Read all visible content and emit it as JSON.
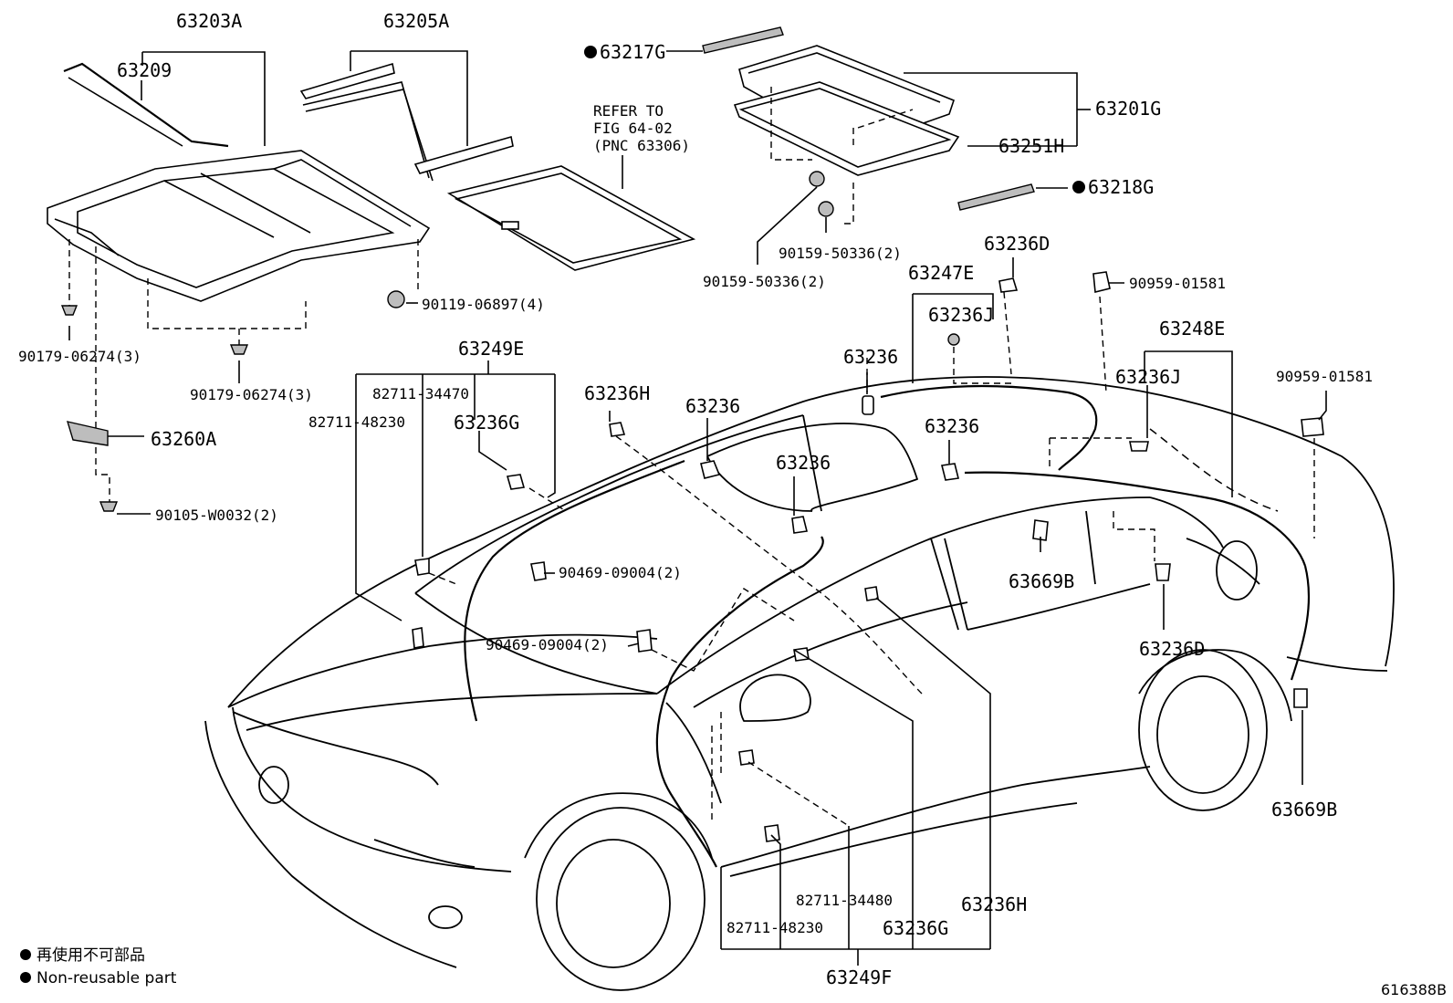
{
  "labels": {
    "p63203A": "63203A",
    "p63209": "63209",
    "p63205A": "63205A",
    "p63217G": "63217G",
    "p63201G": "63201G",
    "p63251H": "63251H",
    "p63218G": "63218G",
    "p90159_1": "90159-50336(2)",
    "p90159_2": "90159-50336(2)",
    "p63236D_top": "63236D",
    "p63247E": "63247E",
    "p90959_1": "90959-01581",
    "p63236J_1": "63236J",
    "p63248E": "63248E",
    "p63236J_2": "63236J",
    "p90959_2": "90959-01581",
    "p90119": "90119-06897(4)",
    "p90179_1": "90179-06274(3)",
    "p90179_2": "90179-06274(3)",
    "p63260A": "63260A",
    "p90105": "90105-W0032(2)",
    "p63249E": "63249E",
    "p82711_34470": "82711-34470",
    "p82711_48230_top": "82711-48230",
    "p63236H_top": "63236H",
    "p63236G_top": "63236G",
    "p63236_a": "63236",
    "p63236_b": "63236",
    "p63236_c": "63236",
    "p63236_d": "63236",
    "p90469_1": "90469-09004(2)",
    "p90469_2": "90469-09004(2)",
    "p63669B_1": "63669B",
    "p63236D_bot": "63236D",
    "p63669B_2": "63669B",
    "p82711_34480": "82711-34480",
    "p82711_48230_bot": "82711-48230",
    "p63236G_bot": "63236G",
    "p63236H_bot": "63236H",
    "p63249F": "63249F"
  },
  "reference_note": {
    "line1": "REFER TO",
    "line2": "FIG 64-02",
    "line3": "(PNC 63306)"
  },
  "legend": {
    "jp": "再使用不可部品",
    "en": "Non-reusable part"
  },
  "figure_id": "616388B"
}
